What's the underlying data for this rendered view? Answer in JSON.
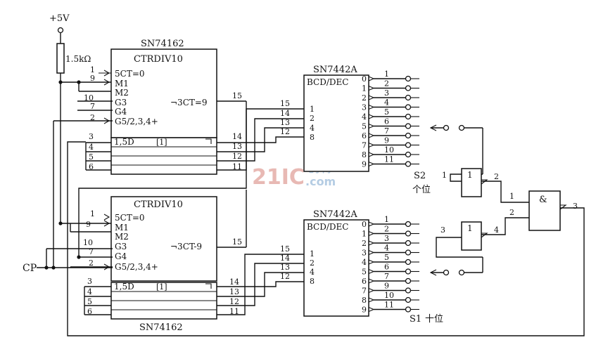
{
  "supply": {
    "label": "+5V",
    "resistor": "1.5kΩ"
  },
  "clock": {
    "label": "CP"
  },
  "counter_top": {
    "title": "SN74162",
    "name": "CTRDIV10",
    "inputs": [
      "5CT=0",
      "M1",
      "M2",
      "G3",
      "G4",
      "G5/2,3,4+"
    ],
    "input_pins": [
      "1",
      "9",
      "10",
      "7",
      "2"
    ],
    "carry_label": "¬3CT=9",
    "carry_pin": "15",
    "data_label": "1,5D",
    "data_tag": "[1]",
    "data_in_pins": [
      "3",
      "4",
      "5",
      "6"
    ],
    "q_out_pins": [
      "14",
      "13",
      "12",
      "11"
    ]
  },
  "counter_bottom": {
    "title": "SN74162",
    "name": "CTRDIV10",
    "inputs": [
      "5CT=0",
      "M1",
      "M2",
      "G3",
      "G4",
      "G5/2,3,4+"
    ],
    "input_pins": [
      "1",
      "9",
      "10",
      "7",
      "2"
    ],
    "carry_label": "¬3CT-9",
    "carry_pin": "15",
    "data_label": "1,5D",
    "data_tag": "[1]",
    "data_in_pins": [
      "3",
      "4",
      "5",
      "6"
    ],
    "q_out_pins": [
      "14",
      "13",
      "12",
      "11"
    ]
  },
  "decoder_top": {
    "title": "SN7442A",
    "name": "BCD/DEC",
    "in_pins": [
      "15",
      "14",
      "13",
      "12"
    ],
    "in_weights": [
      "1",
      "2",
      "4",
      "8"
    ],
    "out_index": [
      "0",
      "1",
      "2",
      "3",
      "4",
      "5",
      "6",
      "7",
      "8",
      "9"
    ],
    "out_pins": [
      "1",
      "2",
      "3",
      "4",
      "5",
      "6",
      "7",
      "9",
      "10",
      "11"
    ],
    "switch_label": "S2",
    "digit_label": "个位"
  },
  "decoder_bottom": {
    "title": "SN7442A",
    "name": "BCD/DEC",
    "in_pins": [
      "15",
      "14",
      "13",
      "12"
    ],
    "in_weights": [
      "1",
      "2",
      "4",
      "8"
    ],
    "out_index": [
      "0",
      "1",
      "2",
      "3",
      "4",
      "5",
      "6",
      "7",
      "8",
      "9"
    ],
    "out_pins": [
      "1",
      "2",
      "3",
      "4",
      "5",
      "6",
      "7",
      "9",
      "10",
      "11"
    ],
    "switch_label": "S1",
    "digit_label": "十位"
  },
  "inverter_top": {
    "symbol": "1",
    "pin_in": "1",
    "pin_out": "2"
  },
  "inverter_bottom": {
    "symbol": "1",
    "pin_in": "3",
    "pin_out": "4"
  },
  "and_gate": {
    "symbol": "&",
    "pin_a": "1",
    "pin_b": "2",
    "pin_out": "3"
  },
  "watermark": {
    "brand": "21IC",
    "site": "电子网",
    "domain": ".com"
  }
}
